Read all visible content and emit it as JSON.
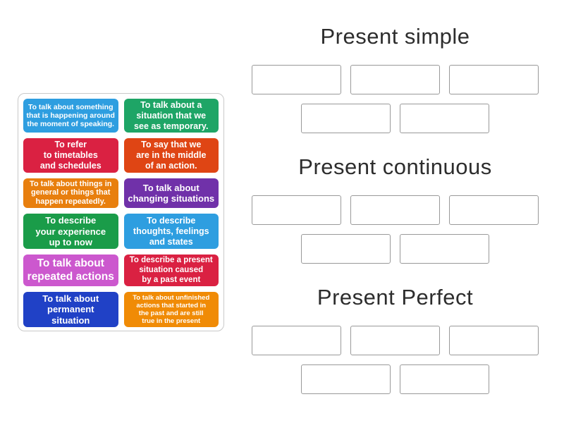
{
  "cards": [
    {
      "text": "To talk about something\nthat is happening around\nthe moment of speaking.",
      "color": "#2E9EE0"
    },
    {
      "text": "To talk about a\nsituation that we\nsee as temporary.",
      "color": "#1EA566"
    },
    {
      "text": "To refer\nto timetables\nand schedules",
      "color": "#DA2142"
    },
    {
      "text": "To say that we\nare in the middle\nof an action.",
      "color": "#DF4514"
    },
    {
      "text": "To talk about things in\ngeneral or things that\nhappen repeatedly.",
      "color": "#E87F0E"
    },
    {
      "text": "To talk about\nchanging situations",
      "color": "#7031A9"
    },
    {
      "text": "To describe\nyour experience\nup to now",
      "color": "#1A9C49"
    },
    {
      "text": "To describe\nthoughts, feelings\nand states",
      "color": "#2E9EE0"
    },
    {
      "text": "To talk about\nrepeated actions",
      "color": "#CC58CE"
    },
    {
      "text": "To describe a present\nsituation caused\nby a past event",
      "color": "#DA2142"
    },
    {
      "text": "To talk about\npermanent\nsituation",
      "color": "#2041C6"
    },
    {
      "text": "To talk about unfinished\nactions that started in\nthe past and are still\ntrue in the present",
      "color": "#F08B06"
    }
  ],
  "groups": [
    {
      "title": "Present simple",
      "slot_count": 5
    },
    {
      "title": "Present continuous",
      "slot_count": 5
    },
    {
      "title": "Present Perfect",
      "slot_count": 5
    }
  ],
  "colors": {
    "header_text": "#2D2D2D",
    "slot_border": "#999999",
    "tray_border": "#C9C9C9",
    "card_text": "#FFFFFF",
    "background": "#FFFFFF"
  }
}
